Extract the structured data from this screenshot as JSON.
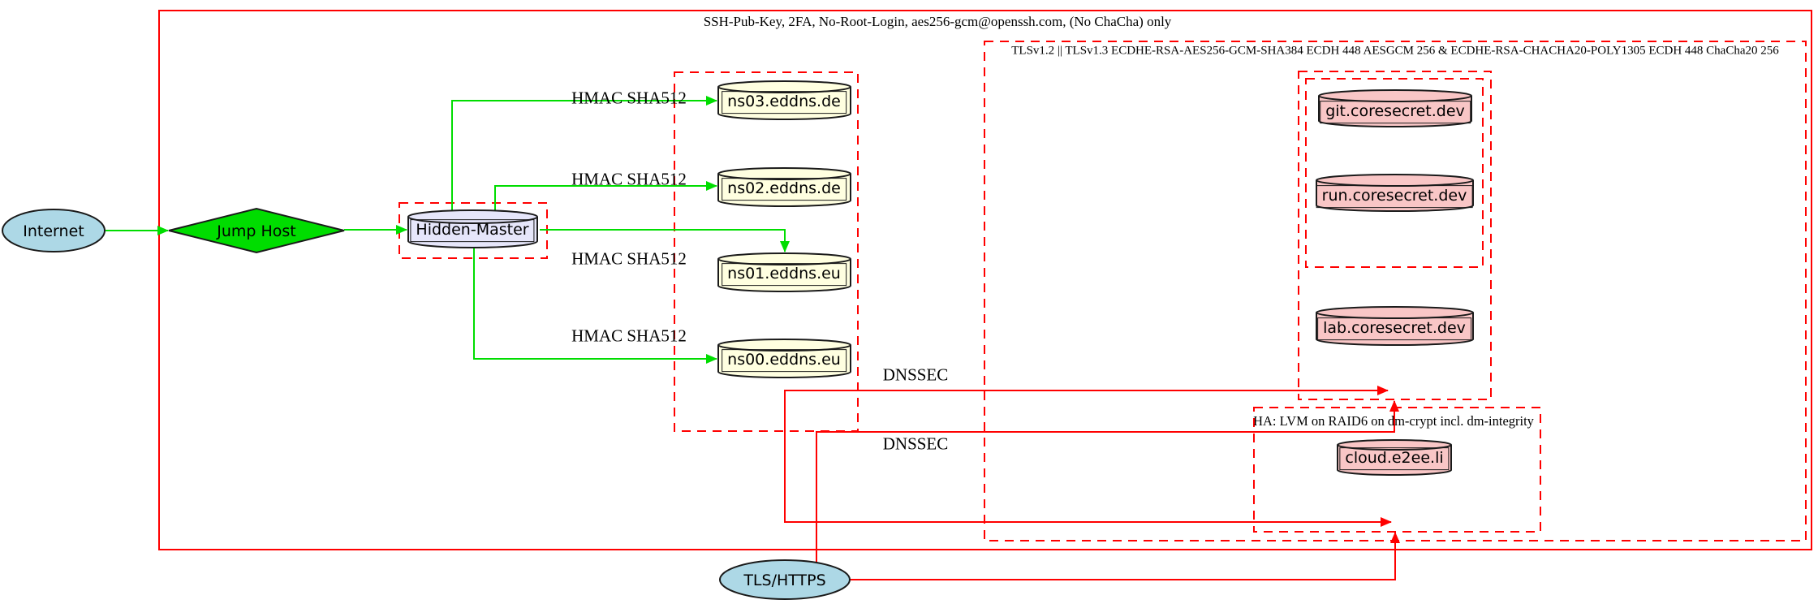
{
  "diagram": {
    "clusters": {
      "ssh": {
        "label": "SSH-Pub-Key, 2FA, No-Root-Login, aes256-gcm@openssh.com, (No ChaCha) only"
      },
      "tls": {
        "label": "TLSv1.2 || TLSv1.3 ECDHE-RSA-AES256-GCM-SHA384 ECDH 448 AESGCM 256 & ECDHE-RSA-CHACHA20-POLY1305 ECDH 448 ChaCha20 256"
      },
      "ha": {
        "label": "HA: LVM on RAID6 on dm-crypt incl. dm-integrity"
      }
    },
    "nodes": {
      "internet": {
        "label": "Internet",
        "shape": "ellipse"
      },
      "jump_host": {
        "label": "Jump Host",
        "shape": "diamond"
      },
      "hidden_master": {
        "label": "Hidden-Master",
        "shape": "cylinder"
      },
      "ns03": {
        "label": "ns03.eddns.de",
        "shape": "cylinder"
      },
      "ns02": {
        "label": "ns02.eddns.de",
        "shape": "cylinder"
      },
      "ns01": {
        "label": "ns01.eddns.eu",
        "shape": "cylinder"
      },
      "ns00": {
        "label": "ns00.eddns.eu",
        "shape": "cylinder"
      },
      "git": {
        "label": "git.coresecret.dev",
        "shape": "cylinder"
      },
      "run": {
        "label": "run.coresecret.dev",
        "shape": "cylinder"
      },
      "lab": {
        "label": "lab.coresecret.dev",
        "shape": "cylinder"
      },
      "cloud": {
        "label": "cloud.e2ee.li",
        "shape": "cylinder"
      },
      "tls_https": {
        "label": "TLS/HTTPS",
        "shape": "ellipse"
      }
    },
    "edge_labels": {
      "hmac": "HMAC SHA512",
      "dnssec": "DNSSEC"
    },
    "edges": [
      {
        "from": "internet",
        "to": "jump_host",
        "color": "green"
      },
      {
        "from": "jump_host",
        "to": "hidden_master",
        "color": "green"
      },
      {
        "from": "hidden_master",
        "to": "ns03",
        "label": "HMAC SHA512",
        "color": "green"
      },
      {
        "from": "hidden_master",
        "to": "ns02",
        "label": "HMAC SHA512",
        "color": "green"
      },
      {
        "from": "hidden_master",
        "to": "ns01",
        "label": "HMAC SHA512",
        "color": "green"
      },
      {
        "from": "hidden_master",
        "to": "ns00",
        "label": "HMAC SHA512",
        "color": "green"
      },
      {
        "from": "eddns_cluster",
        "to": "coresecret_cluster",
        "label": "DNSSEC",
        "color": "red"
      },
      {
        "from": "eddns_cluster",
        "to": "ha_cluster",
        "label": "DNSSEC",
        "color": "red"
      },
      {
        "from": "tls_https",
        "to": "coresecret_cluster",
        "color": "red"
      },
      {
        "from": "tls_https",
        "to": "ha_cluster",
        "color": "red"
      }
    ],
    "colors": {
      "red": "#ff0000",
      "green": "#00dd00",
      "outline": "#1a1a1a",
      "lightblue": "#add8e6",
      "lightyellow": "#ffffe0",
      "lavender": "#e6e6fa",
      "pink": "#f9c6c6",
      "none": "none"
    }
  }
}
